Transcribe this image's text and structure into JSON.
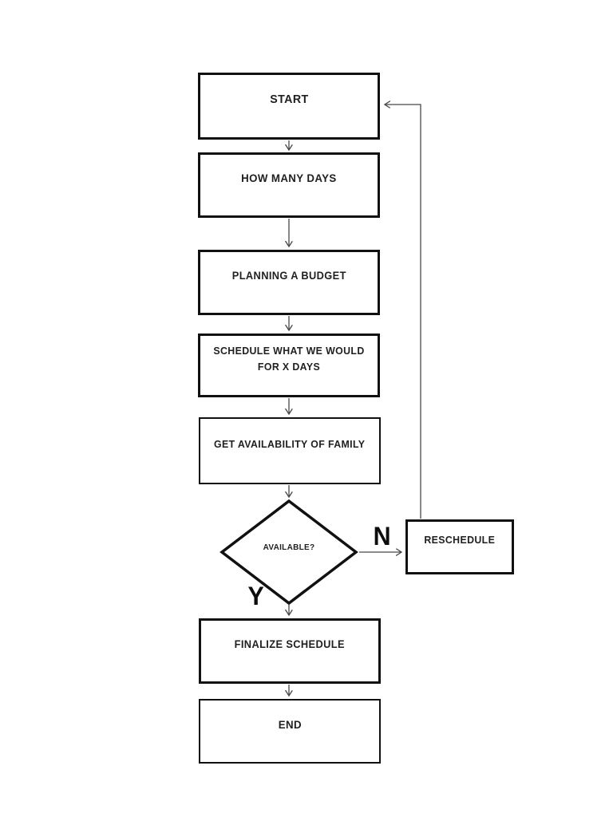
{
  "flowchart": {
    "nodes": [
      {
        "id": "start",
        "label": "START"
      },
      {
        "id": "how-many-days",
        "label": "HOW MANY DAYS"
      },
      {
        "id": "planning-a-budget",
        "label": "PLANNING A BUDGET"
      },
      {
        "id": "schedule-x-days",
        "label": "SCHEDULE WHAT WE WOULD FOR X DAYS"
      },
      {
        "id": "get-availability",
        "label": "GET AVAILABILITY OF FAMILY"
      },
      {
        "id": "available",
        "label": "AVAILABLE?"
      },
      {
        "id": "reschedule",
        "label": "RESCHEDULE"
      },
      {
        "id": "finalize-schedule",
        "label": "FINALIZE SCHEDULE"
      },
      {
        "id": "end",
        "label": "END"
      }
    ],
    "branch_labels": {
      "yes": "Y",
      "no": "N"
    },
    "colors": {
      "node_border": "#111111",
      "connector": "#474747",
      "text": "#1f1f1f",
      "background": "#ffffff"
    }
  }
}
